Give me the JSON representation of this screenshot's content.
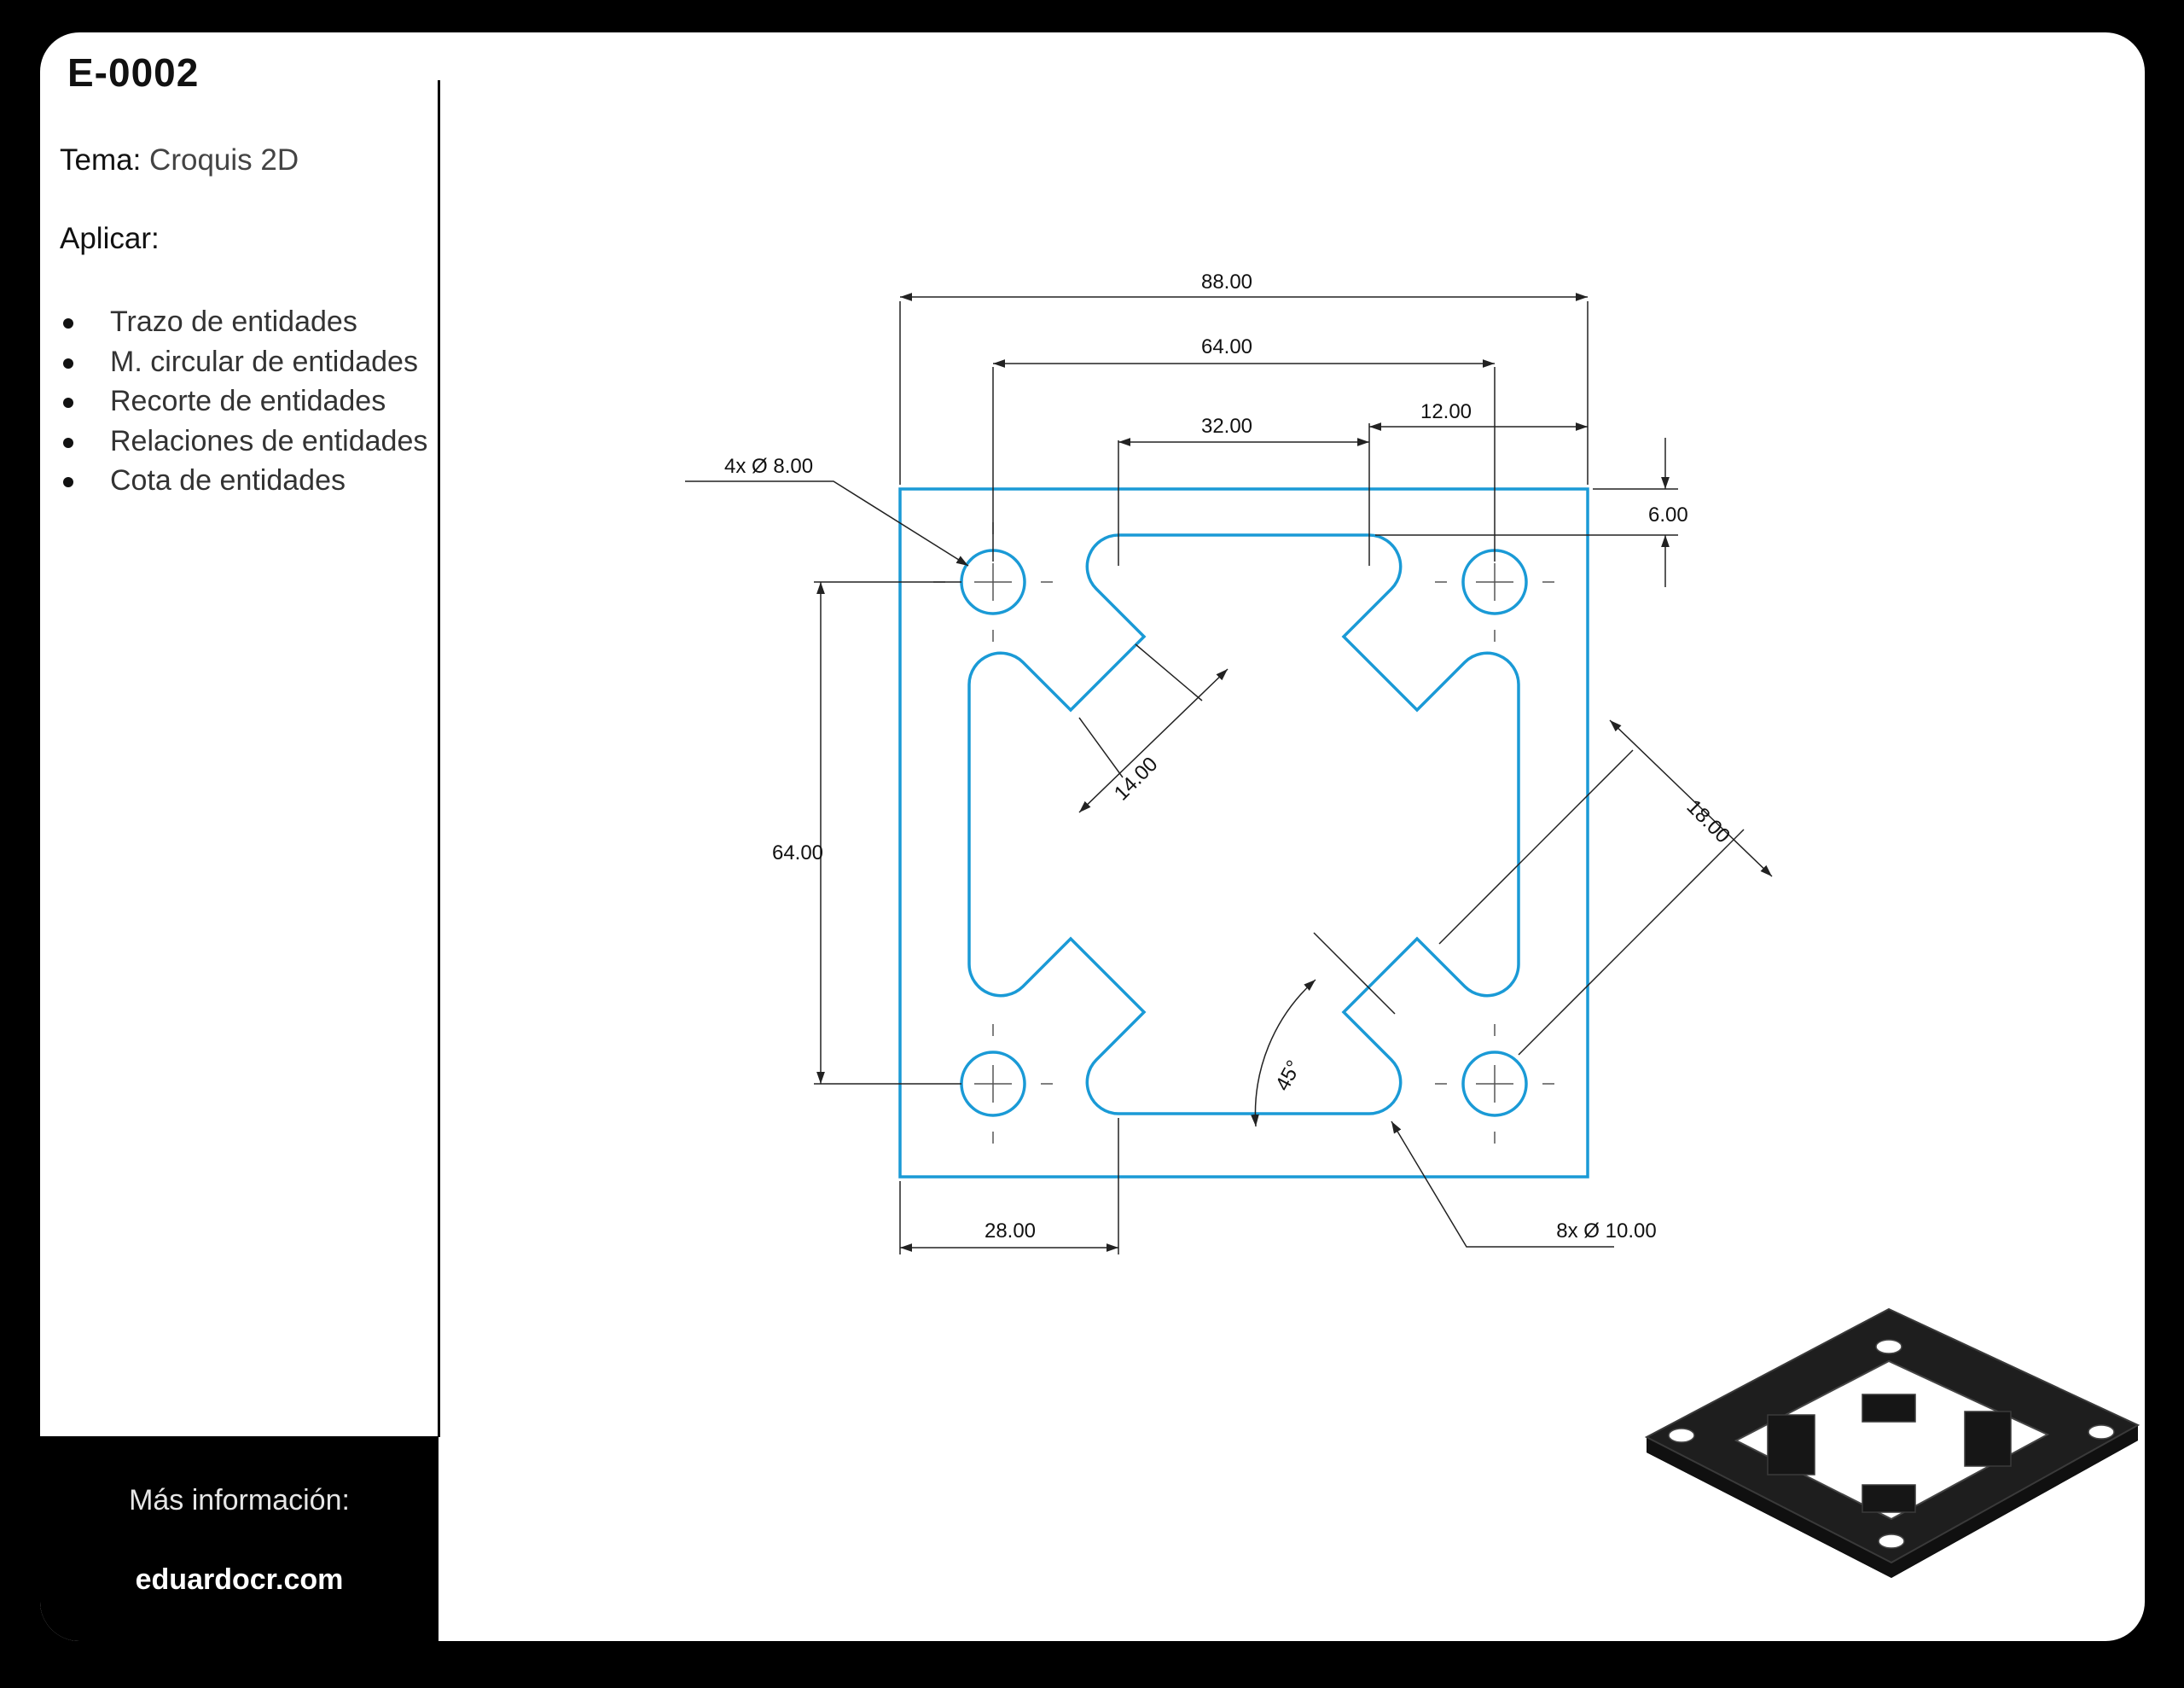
{
  "header": {
    "code": "E-0002",
    "topic_label": "Tema:",
    "topic_value": "Croquis 2D",
    "apply_label": "Aplicar:"
  },
  "apply_items": [
    "Trazo de entidades",
    "M. circular de entidades",
    "Recorte de entidades",
    "Relaciones de entidades",
    "Cota de entidades"
  ],
  "footer": {
    "more_info": "Más información:",
    "website": "eduardocr.com"
  },
  "colors": {
    "sketch": "#1a9ad6",
    "dimension": "#222222",
    "frame": "#000000",
    "sheet": "#ffffff"
  },
  "dimensions": {
    "overall_width": "88.00",
    "hole_spacing_x": "64.00",
    "slot_width": "32.00",
    "edge_offset": "12.00",
    "top_offset": "6.00",
    "hole_callout": "4x Ø 8.00",
    "diag_width": "14.00",
    "hole_spacing_y": "64.00",
    "diag_offset": "18.00",
    "angle": "45°",
    "bottom_offset": "28.00",
    "fillet_callout": "8x Ø 10.00"
  }
}
